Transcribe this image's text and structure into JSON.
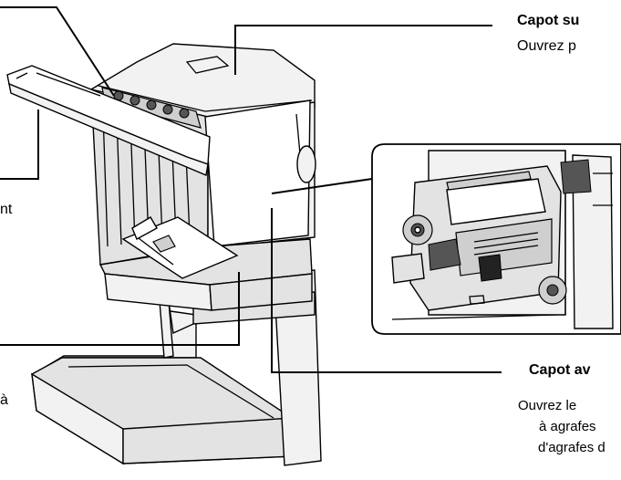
{
  "labels": {
    "top_cover_title": "Capot su",
    "top_cover_text": "Ouvrez p",
    "left_partial_1": "nt",
    "left_partial_2": "à",
    "front_cover_title": "Capot av",
    "front_cover_text_1": "Ouvrez le",
    "front_cover_text_2": "à  agrafes",
    "front_cover_text_3": "d'agrafes d"
  },
  "icons": [
    "finisher-illustration",
    "staple-unit-detail"
  ],
  "colors": {
    "line": "#000000",
    "fill": "#e3e3e3",
    "background": "#ffffff"
  }
}
